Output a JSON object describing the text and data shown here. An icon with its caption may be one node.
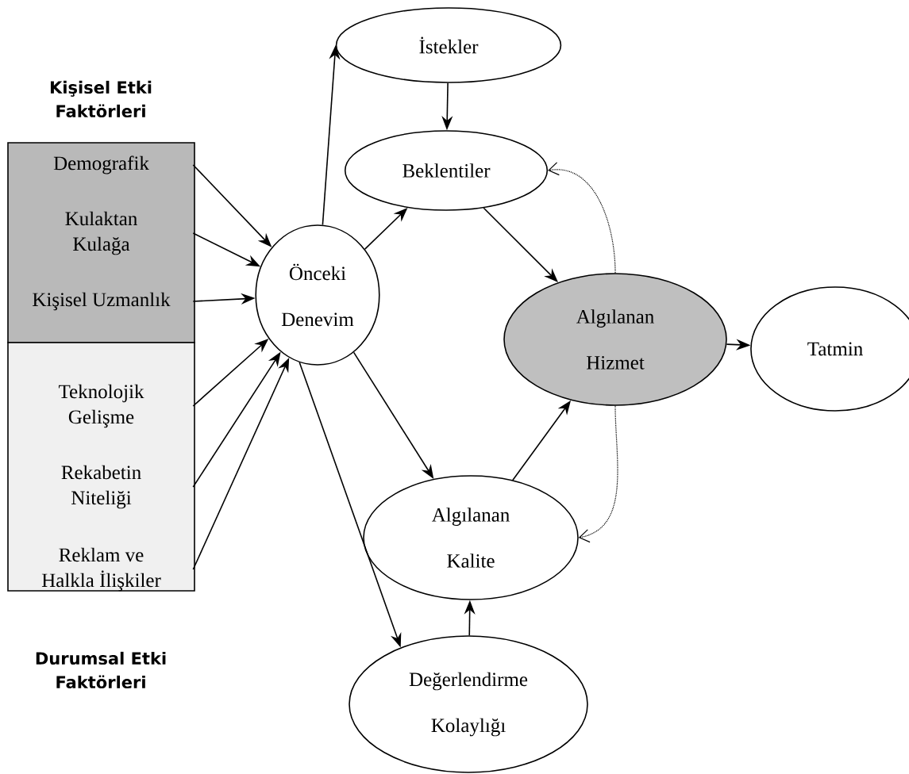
{
  "diagram": {
    "nodes": [
      {
        "text": [
          "Kişisel Etki Faktörleri"
        ]
      },
      {
        "text": [
          "Demografik"
        ],
        "in": 0
      },
      {
        "text": [
          "Kulaktan Kulağa"
        ],
        "in": 0
      },
      {
        "text": [
          "Kişisel Uzmanlık"
        ],
        "in": 0
      },
      {
        "text": [
          "Durumsal Etki Faktörleri"
        ]
      },
      {
        "text": [
          "Teknolojik Gelişme"
        ],
        "in": 4
      },
      {
        "text": [
          "Rekabetin Niteliği"
        ],
        "in": 4
      },
      {
        "text": [
          "Reklam ve Halkla İlişkiler"
        ],
        "in": 4
      },
      {
        "text": [
          "İstekler"
        ]
      },
      {
        "text": [
          "Beklentiler"
        ]
      },
      {
        "text": [
          "Önceki Denevim"
        ]
      },
      {
        "text": [
          "Algılanan Hizmet"
        ]
      },
      {
        "text": [
          "Tatmin"
        ]
      },
      {
        "text": [
          "Algılanan Kalite"
        ]
      },
      {
        "text": [
          "Değerlendirme Kolaylığı"
        ]
      }
    ],
    "edges": [
      {
        "from": 1,
        "to": 10,
        "arrow": "to"
      },
      {
        "from": 2,
        "to": 10,
        "arrow": "to"
      },
      {
        "from": 3,
        "to": 10,
        "arrow": "to"
      },
      {
        "from": 5,
        "to": 10,
        "arrow": "to"
      },
      {
        "from": 6,
        "to": 10,
        "arrow": "to"
      },
      {
        "from": 7,
        "to": 10,
        "arrow": "to"
      },
      {
        "from": 10,
        "to": 8,
        "arrow": "to"
      },
      {
        "from": 8,
        "to": 9,
        "arrow": "to"
      },
      {
        "from": 10,
        "to": 9,
        "arrow": "to"
      },
      {
        "from": 9,
        "to": 11,
        "arrow": "to"
      },
      {
        "from": 11,
        "to": 9,
        "arrow": "to",
        "style": "dashed"
      },
      {
        "from": 11,
        "to": 12,
        "arrow": "to"
      },
      {
        "from": 10,
        "to": 13,
        "arrow": "to"
      },
      {
        "from": 13,
        "to": 11,
        "arrow": "to"
      },
      {
        "from": 11,
        "to": 13,
        "arrow": "to",
        "style": "dashed"
      },
      {
        "from": 10,
        "to": 14,
        "arrow": "to"
      },
      {
        "from": 14,
        "to": 13,
        "arrow": "to"
      }
    ]
  }
}
